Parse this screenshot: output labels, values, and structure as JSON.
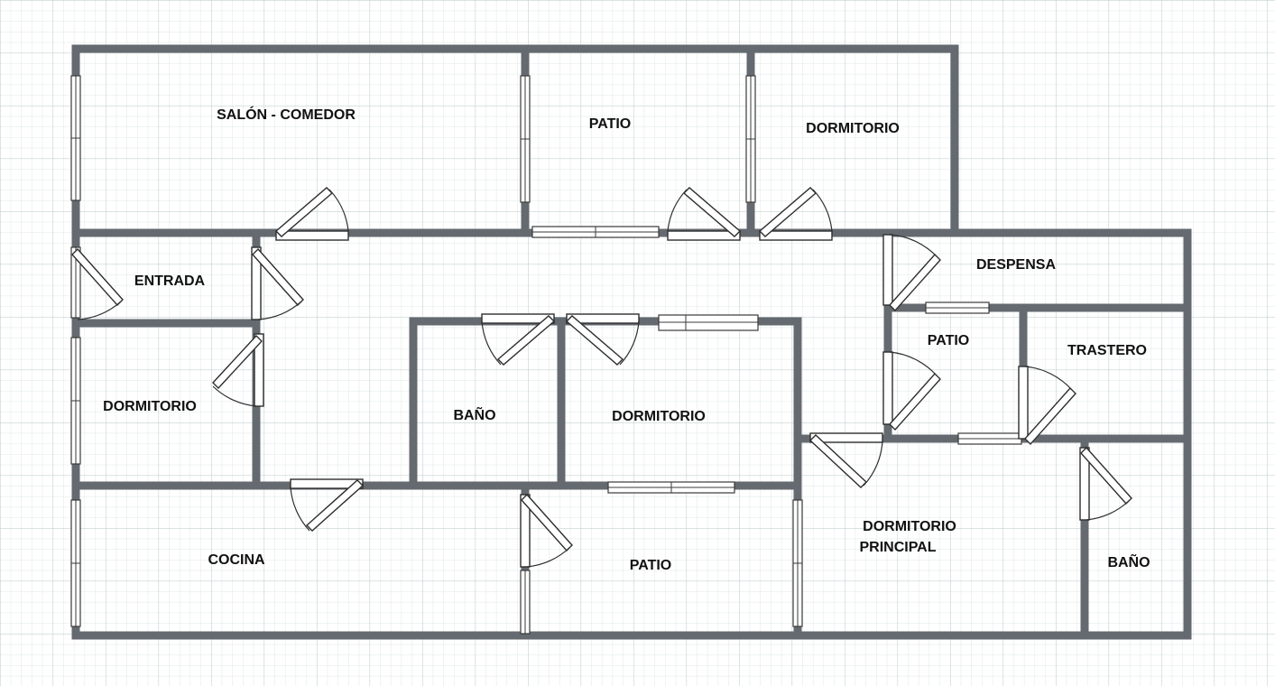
{
  "plan": {
    "colors": {
      "wall": "#646a6f",
      "grid_minor": "#dfe7e7",
      "grid_major": "#c4d2d2",
      "background": "#ffffff"
    },
    "rooms": {
      "salon_comedor": "SALÓN - COMEDOR",
      "patio_top": "PATIO",
      "dormitorio_top": "DORMITORIO",
      "entrada": "ENTRADA",
      "despensa": "DESPENSA",
      "patio_right": "PATIO",
      "trastero": "TRASTERO",
      "dormitorio_left": "DORMITORIO",
      "bano_center": "BAÑO",
      "dormitorio_center": "DORMITORIO",
      "cocina": "COCINA",
      "patio_bottom": "PATIO",
      "dormitorio_principal_1": "DORMITORIO",
      "dormitorio_principal_2": "PRINCIPAL",
      "bano_right": "BAÑO"
    }
  }
}
